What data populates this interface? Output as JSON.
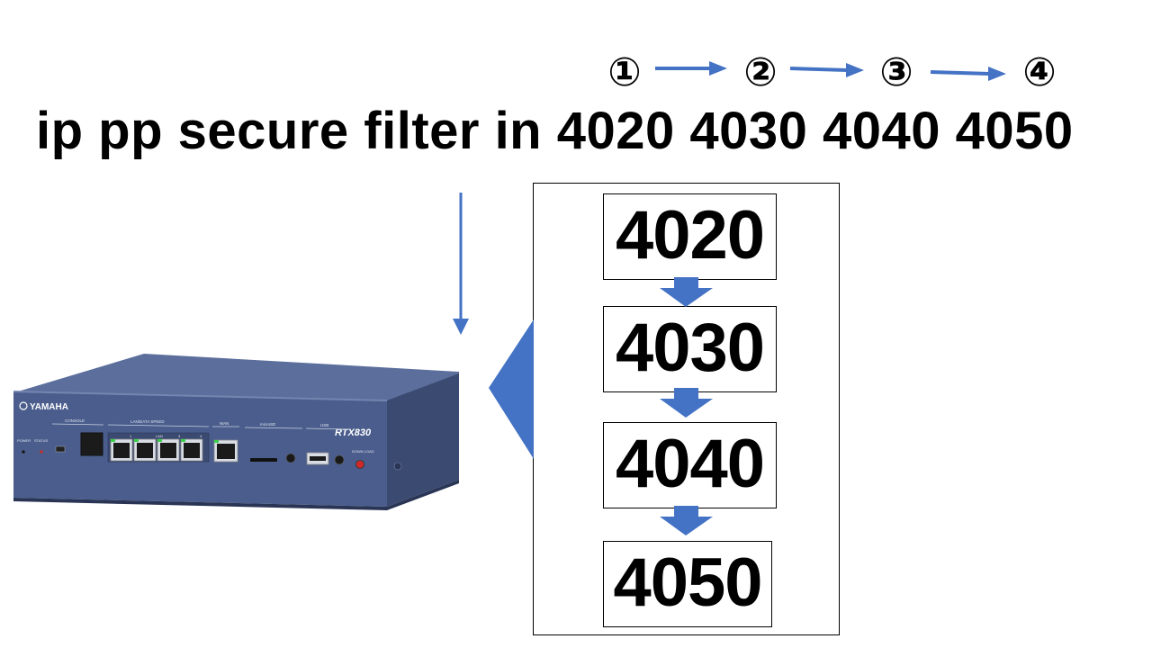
{
  "command": {
    "text": "ip pp secure filter in 4020 4030 4040 4050"
  },
  "steps": [
    {
      "label": "①"
    },
    {
      "label": "②"
    },
    {
      "label": "③"
    },
    {
      "label": "④"
    }
  ],
  "filters": [
    {
      "label": "4020"
    },
    {
      "label": "4030"
    },
    {
      "label": "4040"
    },
    {
      "label": "4050"
    }
  ],
  "router": {
    "brand": "YAMAHA",
    "model": "RTX830",
    "labels": {
      "console": "CONSOLE",
      "lan_header": "LAN/DATA  SPEED",
      "lan": "LAN",
      "wan": "WAN",
      "microsd": "microSD",
      "usb": "USB",
      "power": "POWER",
      "status": "STATUS",
      "download": "DOWN LOAD",
      "port1": "1",
      "port2": "2",
      "port3": "3",
      "port4": "4"
    }
  },
  "colors": {
    "arrow": "#4472C4",
    "router_body": "#4A5D8C",
    "router_top": "#5B6E9C",
    "router_dark": "#3A4A70"
  }
}
